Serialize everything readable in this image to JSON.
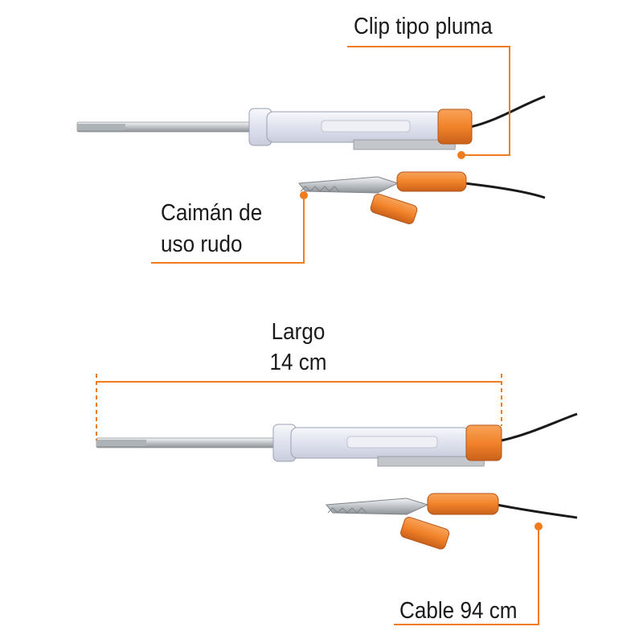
{
  "labels": {
    "clip": "Clip tipo pluma",
    "caiman_line1": "Caimán de",
    "caiman_line2": "uso rudo",
    "largo_line1": "Largo",
    "largo_line2": "14 cm",
    "cable": "Cable 94 cm"
  },
  "colors": {
    "accent": "#f07c1e",
    "handle_orange": "#f2832a",
    "metal": "#c8ccd0",
    "clear_body": "#e8eaf2",
    "cable": "#1a1a1a",
    "text": "#1a1a1a"
  }
}
